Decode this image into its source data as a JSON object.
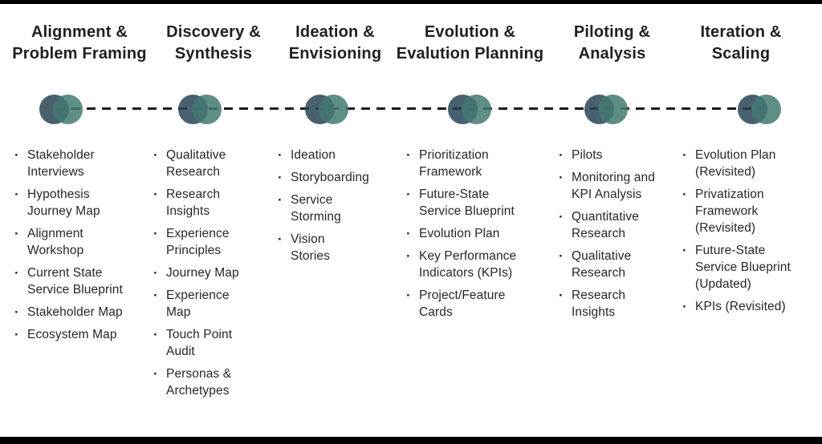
{
  "diagram_title": "Service design process timeline",
  "colors": {
    "circle_left": "#49616f",
    "circle_right": "#5e8e86",
    "circle_overlap": "#43776f",
    "dash_line": "#1b1b1b",
    "heading_text": "#1f1f1f",
    "body_text": "#262626",
    "background": "#ffffff",
    "frame_bars": "#000000"
  },
  "bullet_glyph": "·",
  "phases": [
    {
      "title": "Alignment & Problem Framing",
      "title_lines": [
        "Alignment &",
        "Problem Framing"
      ],
      "items": [
        {
          "lines": [
            "Stakeholder",
            "Interviews"
          ]
        },
        {
          "lines": [
            "Hypothesis",
            "Journey Map"
          ]
        },
        {
          "lines": [
            "Alignment",
            "Workshop"
          ]
        },
        {
          "lines": [
            "Current State",
            "Service Blueprint"
          ]
        },
        {
          "lines": [
            "Stakeholder Map"
          ]
        },
        {
          "lines": [
            "Ecosystem Map"
          ]
        }
      ]
    },
    {
      "title": "Discovery & Synthesis",
      "title_lines": [
        "Discovery &",
        "Synthesis"
      ],
      "items": [
        {
          "lines": [
            "Qualitative",
            "Research"
          ]
        },
        {
          "lines": [
            "Research",
            "Insights"
          ]
        },
        {
          "lines": [
            "Experience",
            "Principles"
          ]
        },
        {
          "lines": [
            "Journey Map"
          ]
        },
        {
          "lines": [
            "Experience",
            "Map"
          ]
        },
        {
          "lines": [
            "Touch Point",
            "Audit"
          ]
        },
        {
          "lines": [
            "Personas &",
            "Archetypes"
          ]
        }
      ]
    },
    {
      "title": "Ideation & Envisioning",
      "title_lines": [
        "Ideation &",
        "Envisioning"
      ],
      "items": [
        {
          "lines": [
            "Ideation"
          ]
        },
        {
          "lines": [
            "Storyboarding"
          ]
        },
        {
          "lines": [
            "Service",
            "Storming"
          ]
        },
        {
          "lines": [
            "Vision",
            "Stories"
          ]
        }
      ]
    },
    {
      "title": "Evolution & Evalution Planning",
      "title_lines": [
        "Evolution &",
        "Evalution Planning"
      ],
      "items": [
        {
          "lines": [
            "Prioritization",
            "Framework"
          ]
        },
        {
          "lines": [
            "Future-State",
            "Service Blueprint"
          ]
        },
        {
          "lines": [
            "Evolution Plan"
          ]
        },
        {
          "lines": [
            "Key Performance",
            "Indicators (KPIs)"
          ]
        },
        {
          "lines": [
            "Project/Feature",
            "Cards"
          ]
        }
      ]
    },
    {
      "title": "Piloting & Analysis",
      "title_lines": [
        "Piloting &",
        "Analysis"
      ],
      "items": [
        {
          "lines": [
            "Pilots"
          ]
        },
        {
          "lines": [
            "Monitoring and",
            "KPI Analysis"
          ]
        },
        {
          "lines": [
            "Quantitative",
            "Research"
          ]
        },
        {
          "lines": [
            "Qualitative",
            "Research"
          ]
        },
        {
          "lines": [
            "Research",
            "Insights"
          ]
        }
      ]
    },
    {
      "title": "Iteration & Scaling",
      "title_lines": [
        "Iteration &",
        "Scaling"
      ],
      "items": [
        {
          "lines": [
            "Evolution Plan",
            "(Revisited)"
          ]
        },
        {
          "lines": [
            "Privatization",
            "Framework",
            "(Revisited)"
          ]
        },
        {
          "lines": [
            "Future-State",
            "Service Blueprint",
            "(Updated)"
          ]
        },
        {
          "lines": [
            "KPIs (Revisited)"
          ]
        }
      ]
    }
  ]
}
